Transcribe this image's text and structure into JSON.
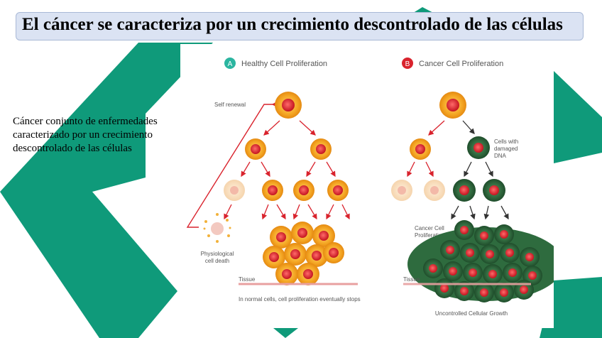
{
  "slide": {
    "title": "El cáncer se caracteriza por un crecimiento descontrolado de las células",
    "body": "Cáncer conjunto de enfermedades caracterizado por un crecimiento descontrolado de las células"
  },
  "figure": {
    "panel_a": {
      "badge": "A",
      "title": "Healthy Cell Proliferation",
      "self_renewal": "Self renewal",
      "death_label_1": "Physiological",
      "death_label_2": "cell death",
      "tissue": "Tissue",
      "caption": "In normal cells, cell proliferation eventually stops"
    },
    "panel_b": {
      "badge": "B",
      "title": "Cancer Cell Proliferation",
      "damaged_1": "Cells with",
      "damaged_2": "damaged",
      "damaged_3": "DNA",
      "prolif_1": "Cancer Cell",
      "prolif_2": "Proliferation",
      "tissue": "Tissue",
      "caption": "Uncontrolled Cellular Growth"
    },
    "colors": {
      "accent_green": "#0f9a7a",
      "badge_a": "#2bb5a0",
      "badge_b": "#d9232d",
      "healthy_cell": "#f4a623",
      "cancer_cell": "#2e6b3e",
      "arrow_red": "#d9232d",
      "tissue_line": "#e8a0a0"
    }
  }
}
